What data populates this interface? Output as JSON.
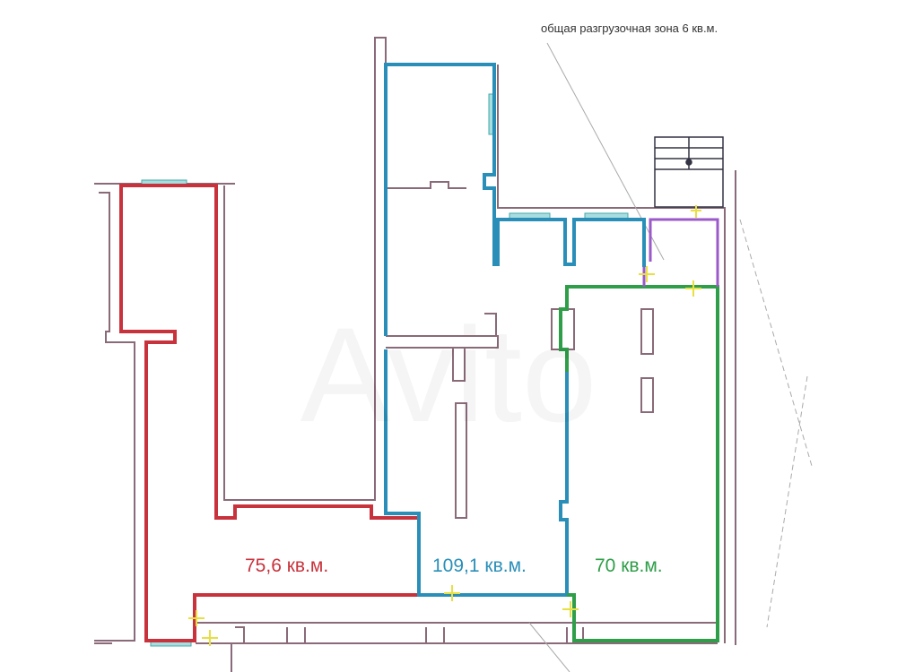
{
  "plan": {
    "shared_zone_label": "общая разгрузочная зона  6 кв.м.",
    "units": [
      {
        "area_label": "75,6 кв.м.",
        "color": "#c8323c"
      },
      {
        "area_label": "109,1 кв.м.",
        "color": "#2a8fb8"
      },
      {
        "area_label": "70 кв.м.",
        "color": "#2e9e48"
      }
    ],
    "shared_zone_color": "#9b59c9",
    "wall_color": "#8a6a78",
    "watermark": "Avito"
  }
}
